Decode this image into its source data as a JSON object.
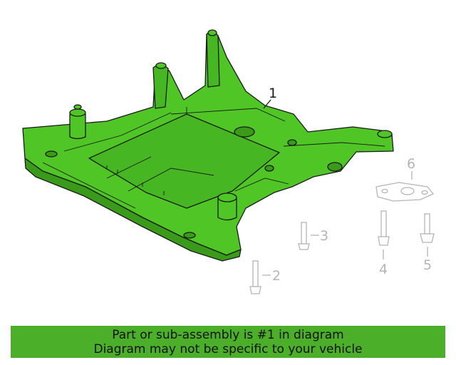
{
  "diagram": {
    "callouts": {
      "c1": "1",
      "c2": "2",
      "c3": "3",
      "c4": "4",
      "c5": "5",
      "c6": "6"
    },
    "colors": {
      "highlight": "#4fc626",
      "highlight_dark": "#3a9a1a",
      "outline": "#1a1a1a",
      "faded": "#b5b5b5"
    }
  },
  "banner": {
    "line1": "Part or sub-assembly is #1 in diagram",
    "line2": "Diagram may not be specific to your vehicle",
    "background": "#4caf2a"
  }
}
